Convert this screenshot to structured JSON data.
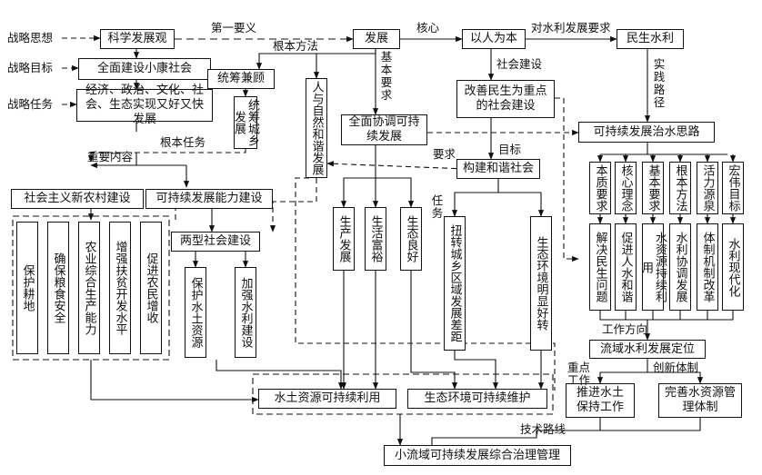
{
  "row_labels": {
    "strategy_thought": "战略思想",
    "strategy_goal": "战略目标",
    "strategy_task": "战略任务"
  },
  "boxes": {
    "sci_dev": "科学发展观",
    "develop": "发展",
    "people": "以人为本",
    "livelihood_water": "民生水利",
    "xiaokang": "全面建设小康社会",
    "task": "经济、政治、文化、社会、生态实现又好又快发展",
    "tongchou": "统筹兼顾",
    "tongchou_urban": "统筹城乡发展",
    "harmony_nature": "人与自然和谐发展",
    "coordinated": "全面协调可持续发展",
    "social_build": "改善民生为重点的社会建设",
    "sustainable_idea": "可持续发展治水思路",
    "harmonious": "构建和谐社会",
    "rural": "社会主义新农村建设",
    "capacity": "可持续发展能力建设",
    "two_type": "两型社会建设",
    "water_soil_use": "水土资源可持续利用",
    "eco_maintain": "生态环境可持续维护",
    "basin_position": "流域水利发展定位",
    "soil_conserve": "推进水土保持工作",
    "resource_mgmt": "完善水资源管理体制",
    "final": "小流域可持续发展综合治理管理"
  },
  "rural_items": [
    "保护耕地",
    "确保粮食安全",
    "农业综合生产能力",
    "增强扶贫开发水平",
    "促进农民增收"
  ],
  "two_type_items": [
    "保护水土资源",
    "加强水利建设"
  ],
  "coord_items": [
    "生产发展",
    "生活富裕",
    "生态良好"
  ],
  "task_items": [
    "扭转城乡区域发展差距",
    "生态环境明显好转"
  ],
  "idea_heads": [
    "本质要求",
    "核心理念",
    "基本要求",
    "根本方法",
    "活力源泉",
    "宏伟目标"
  ],
  "idea_items": [
    "解决民生问题",
    "促进人水和谐",
    "水资源持续利用",
    "水利协调发展",
    "体制机制改革",
    "水利现代化"
  ],
  "edge_labels": {
    "first": "第一要义",
    "core": "核心",
    "water_req": "对水利发展要求",
    "root_method": "根本方法",
    "basic_req": "基本要求",
    "social_build": "社会建设",
    "practice": "实践路径",
    "root_task": "根本任务",
    "key_content": "重要内容",
    "goal": "目标",
    "require": "要求",
    "task": "任务",
    "work_dir": "工作方向",
    "key_work": "重点工作",
    "innovation": "创新体制",
    "tech_route": "技术路线"
  }
}
